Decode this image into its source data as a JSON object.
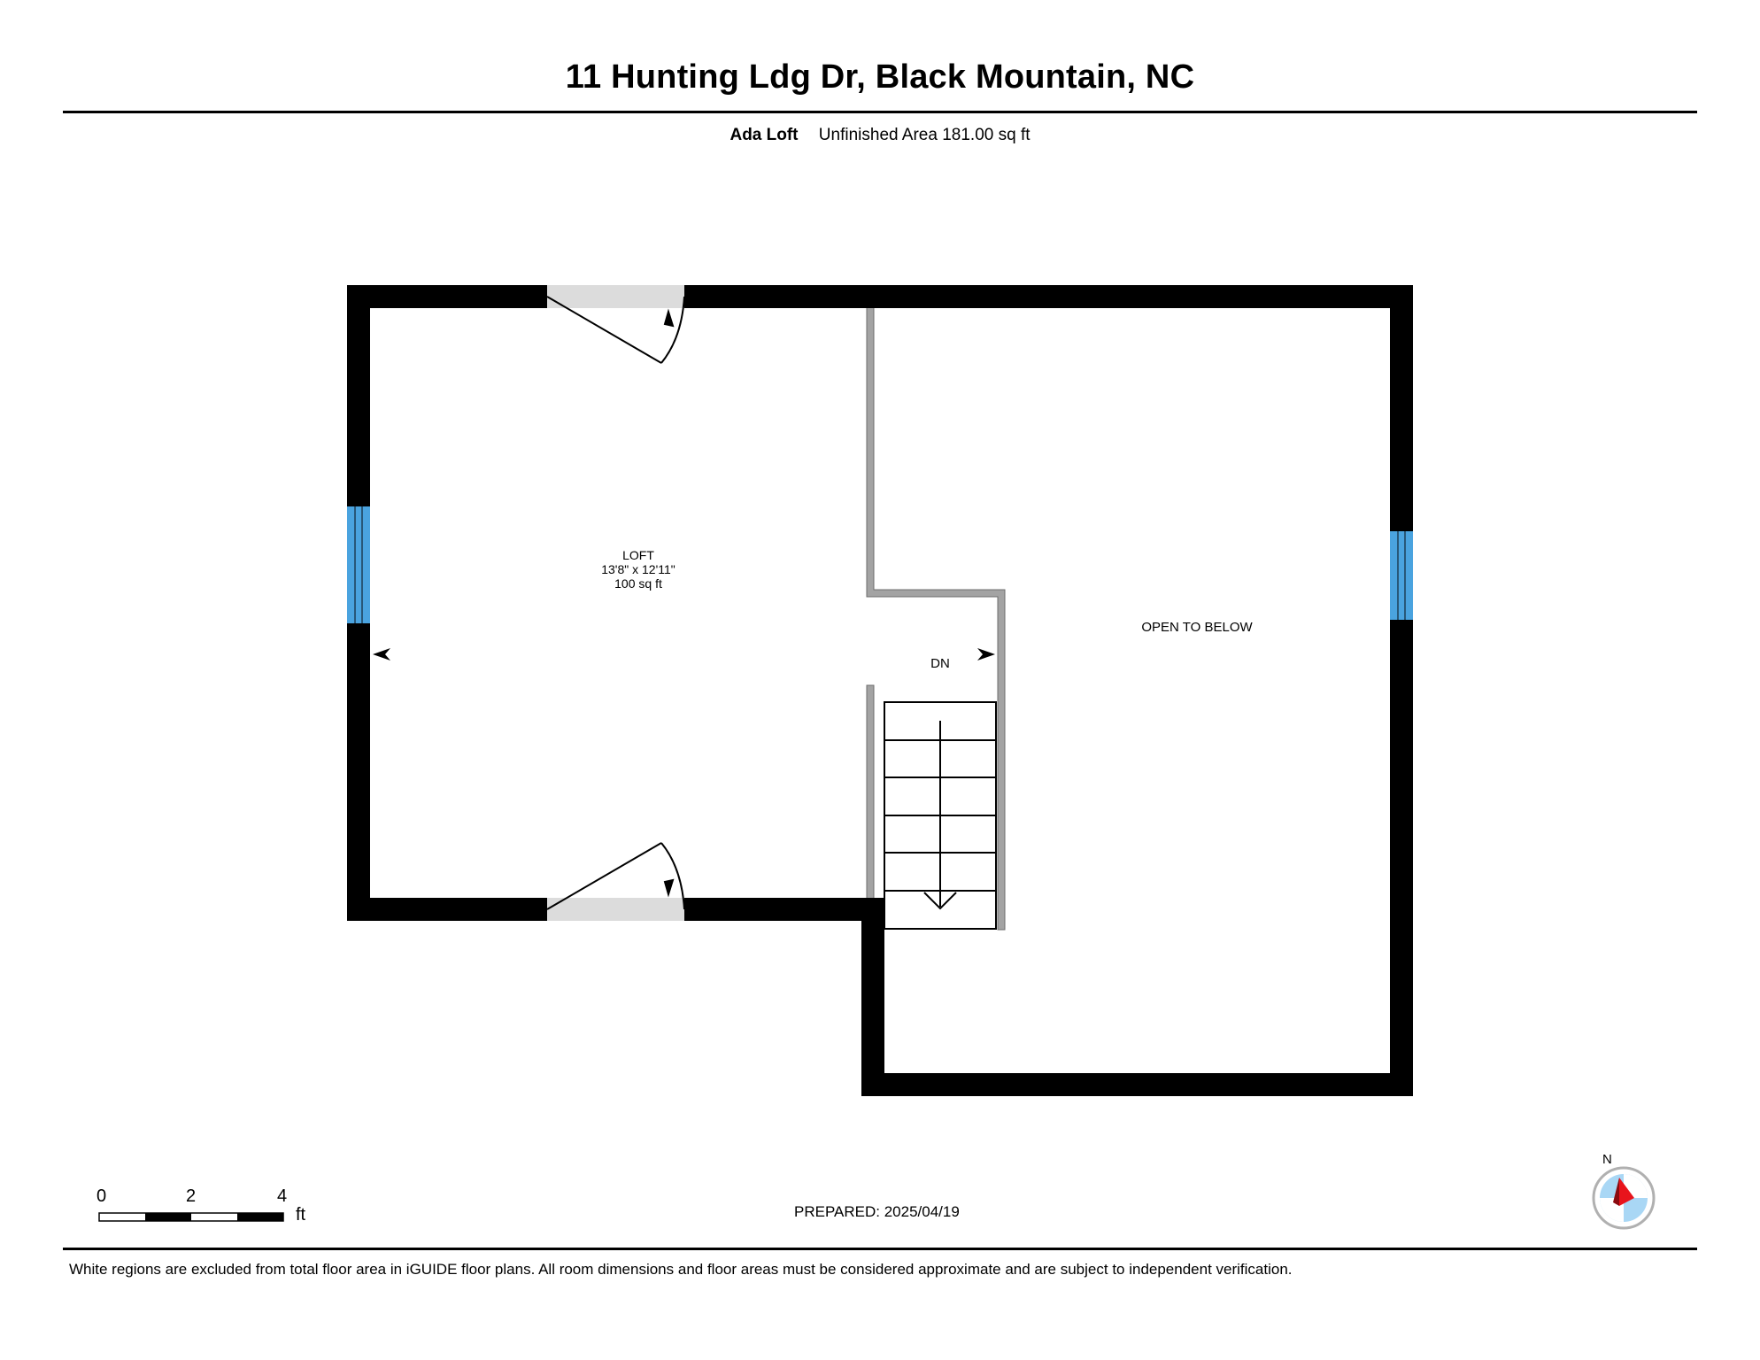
{
  "header": {
    "title": "11 Hunting Ldg Dr, Black Mountain, NC",
    "level_name": "Ada Loft",
    "area_summary": "Unfinished Area 181.00 sq ft"
  },
  "rooms": {
    "loft": {
      "name": "LOFT",
      "dimensions": "13'8\" x 12'11\"",
      "area": "100 sq ft"
    },
    "open_to_below": "OPEN TO BELOW",
    "stairs_label": "DN"
  },
  "scale_bar": {
    "ticks": [
      "0",
      "2",
      "4"
    ],
    "unit": "ft"
  },
  "footer": {
    "prepared": "PREPARED: 2025/04/19",
    "disclaimer": "White regions are excluded from total floor area in iGUIDE floor plans. All room dimensions and floor areas must be considered approximate and are subject to independent verification."
  },
  "compass": {
    "label": "N",
    "icon": "compass-icon"
  },
  "colors": {
    "wall": "#000000",
    "window": "#4aa3df",
    "door_opening": "#dcdcdc",
    "railing": "#9a9a9a",
    "compass_pointer": "#e8141c",
    "compass_ring": "#a9d7f5"
  }
}
